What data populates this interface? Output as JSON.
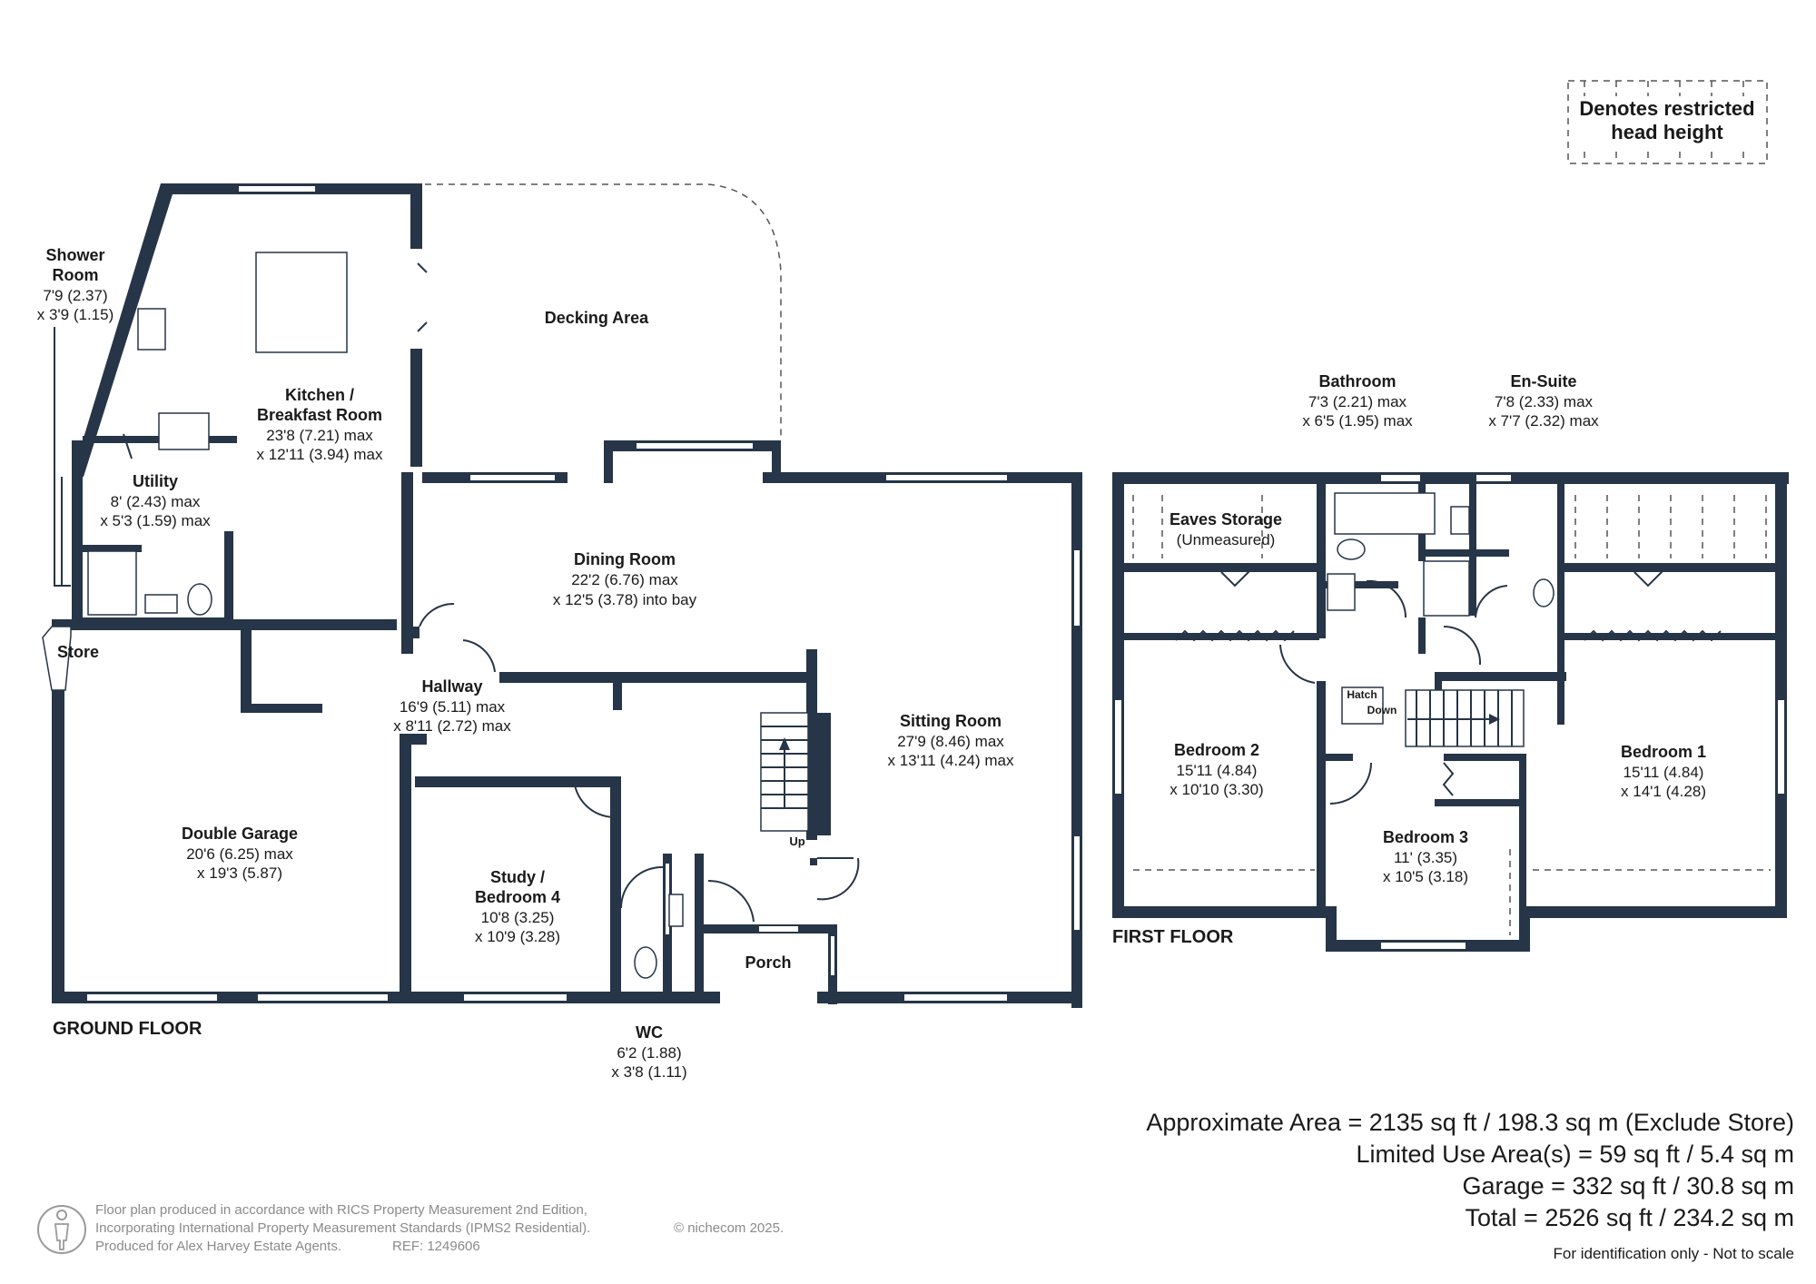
{
  "legend": {
    "line1": "Denotes restricted",
    "line2": "head height"
  },
  "floors": {
    "ground": "GROUND FLOOR",
    "first": "FIRST FLOOR"
  },
  "rooms": {
    "shower_room": {
      "name1": "Shower",
      "name2": "Room",
      "dim1": "7'9 (2.37)",
      "dim2": "x 3'9 (1.15)"
    },
    "kitchen": {
      "name1": "Kitchen /",
      "name2": "Breakfast Room",
      "dim1": "23'8 (7.21) max",
      "dim2": "x 12'11 (3.94) max"
    },
    "decking": {
      "name": "Decking Area"
    },
    "utility": {
      "name": "Utility",
      "dim1": "8' (2.43) max",
      "dim2": "x 5'3 (1.59) max"
    },
    "store": {
      "name": "Store"
    },
    "dining": {
      "name": "Dining Room",
      "dim1": "22'2 (6.76) max",
      "dim2": "x 12'5 (3.78) into bay"
    },
    "hallway": {
      "name": "Hallway",
      "dim1": "16'9 (5.11) max",
      "dim2": "x 8'11 (2.72) max"
    },
    "sitting": {
      "name": "Sitting Room",
      "dim1": "27'9 (8.46) max",
      "dim2": "x 13'11 (4.24) max"
    },
    "garage": {
      "name": "Double Garage",
      "dim1": "20'6 (6.25) max",
      "dim2": "x 19'3 (5.87)"
    },
    "study": {
      "name1": "Study /",
      "name2": "Bedroom 4",
      "dim1": "10'8 (3.25)",
      "dim2": "x 10'9 (3.28)"
    },
    "porch": {
      "name": "Porch"
    },
    "wc": {
      "name": "WC",
      "dim1": "6'2 (1.88)",
      "dim2": "x 3'8 (1.11)"
    },
    "bathroom": {
      "name": "Bathroom",
      "dim1": "7'3 (2.21) max",
      "dim2": "x 6'5 (1.95) max"
    },
    "ensuite": {
      "name": "En-Suite",
      "dim1": "7'8 (2.33) max",
      "dim2": "x 7'7 (2.32) max"
    },
    "eaves": {
      "name": "Eaves Storage",
      "note": "(Unmeasured)"
    },
    "bedroom2": {
      "name": "Bedroom 2",
      "dim1": "15'11 (4.84)",
      "dim2": "x 10'10 (3.30)"
    },
    "bedroom1": {
      "name": "Bedroom 1",
      "dim1": "15'11 (4.84)",
      "dim2": "x 14'1 (4.28)"
    },
    "bedroom3": {
      "name": "Bedroom 3",
      "dim1": "11' (3.35)",
      "dim2": "x 10'5 (3.18)"
    }
  },
  "stairs": {
    "up": "Up",
    "hatch": "Hatch",
    "down": "Down"
  },
  "areas": {
    "approx": "Approximate Area = 2135 sq ft / 198.3 sq m (Exclude Store)",
    "limited": "Limited Use Area(s) = 59 sq ft / 5.4 sq m",
    "garage": "Garage = 332 sq ft / 30.8 sq m",
    "total": "Total = 2526 sq ft / 234.2 sq m",
    "note": "For identification only - Not to scale"
  },
  "footer": {
    "line1": "Floor plan produced in accordance with RICS Property Measurement 2nd Edition,",
    "line2": "Incorporating International Property Measurement Standards (IPMS2 Residential).",
    "brand": "© nichecom 2025.",
    "line3": "Produced for Alex Harvey Estate Agents.",
    "ref": "REF: 1249606"
  },
  "colors": {
    "wall": "#263547",
    "text": "#1a1a1a",
    "footer": "#8a8a8a"
  }
}
